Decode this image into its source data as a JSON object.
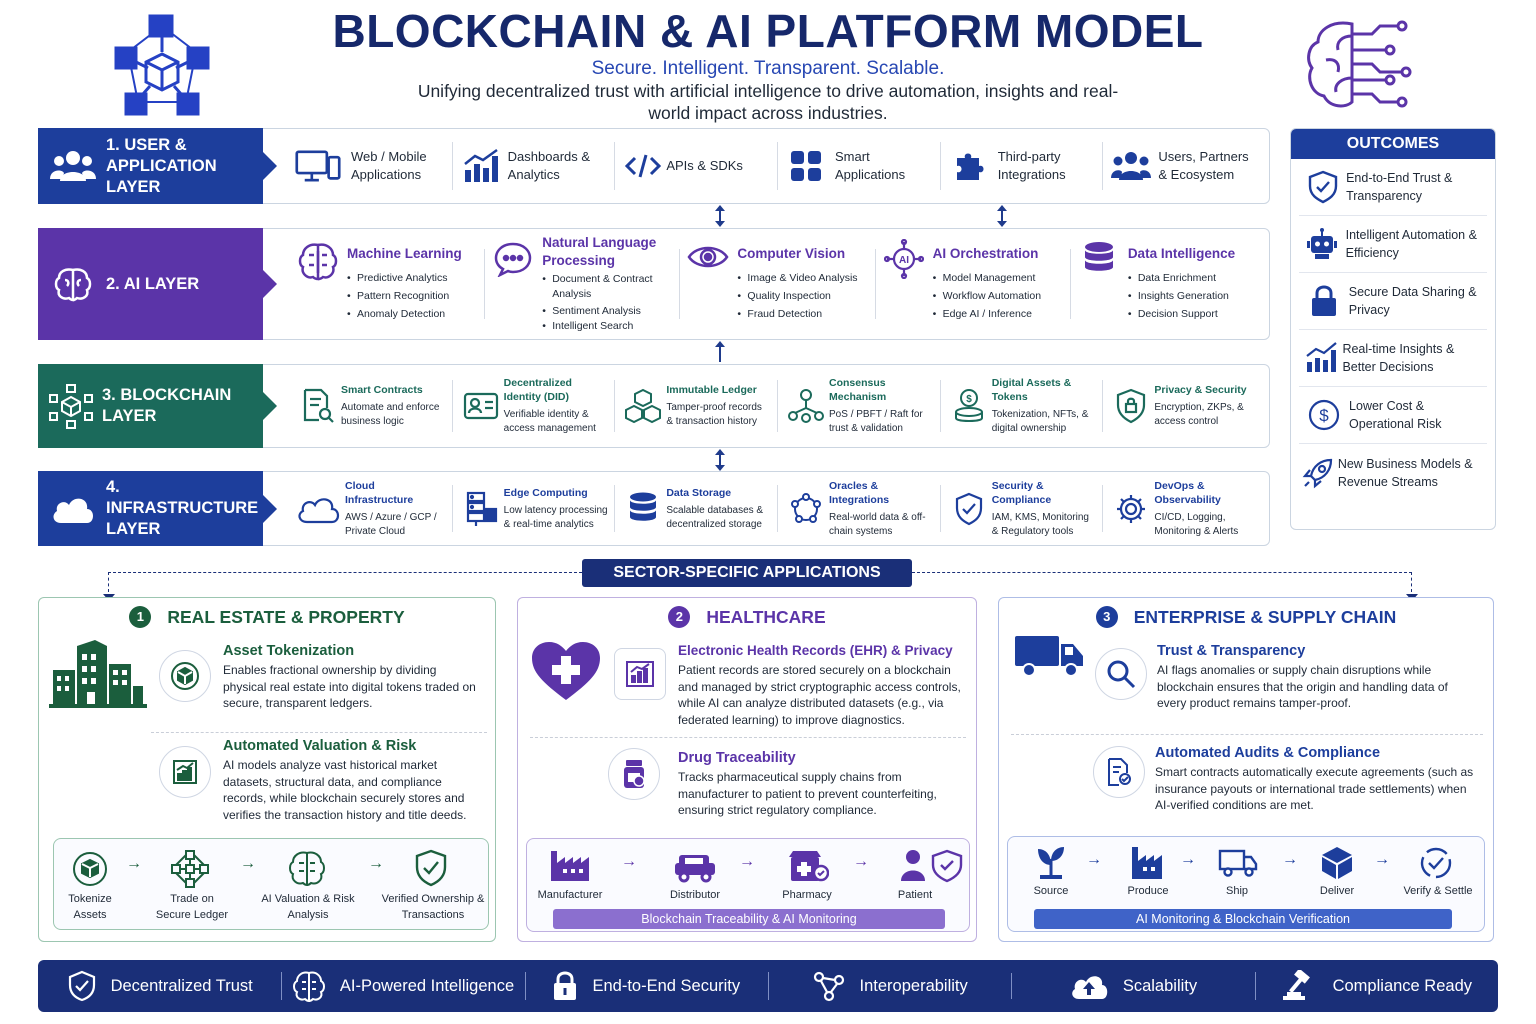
{
  "header": {
    "title": "BLOCKCHAIN & AI PLATFORM MODEL",
    "tagline": "Secure. Intelligent. Transparent. Scalable.",
    "subtitle": "Unifying decentralized trust with artificial intelligence to drive automation, insights and real-world impact across industries."
  },
  "colors": {
    "navy": "#1d3e9c",
    "purple": "#5b34a8",
    "green": "#1b6a5b",
    "dark_navy": "#1a2f78"
  },
  "layers": {
    "user": {
      "label": "1. USER & APPLICATION LAYER",
      "items": [
        {
          "label": "Web / Mobile Applications",
          "icon": "monitor-phone-icon"
        },
        {
          "label": "Dashboards & Analytics",
          "icon": "bar-chart-icon"
        },
        {
          "label": "APIs & SDKs",
          "icon": "code-icon"
        },
        {
          "label": "Smart Applications",
          "icon": "app-grid-icon"
        },
        {
          "label": "Third-party Integrations",
          "icon": "puzzle-icon"
        },
        {
          "label": "Users, Partners & Ecosystem",
          "icon": "users-icon"
        }
      ]
    },
    "ai": {
      "label": "2. AI LAYER",
      "items": [
        {
          "title": "Machine Learning",
          "bullets": [
            "Predictive Analytics",
            "Pattern Recognition",
            "Anomaly Detection"
          ]
        },
        {
          "title": "Natural Language Processing",
          "bullets": [
            "Document & Contract Analysis",
            "Sentiment Analysis",
            "Intelligent Search"
          ]
        },
        {
          "title": "Computer Vision",
          "bullets": [
            "Image & Video Analysis",
            "Quality Inspection",
            "Fraud Detection"
          ]
        },
        {
          "title": "AI Orchestration",
          "bullets": [
            "Model Management",
            "Workflow Automation",
            "Edge AI / Inference"
          ]
        },
        {
          "title": "Data Intelligence",
          "bullets": [
            "Data Enrichment",
            "Insights Generation",
            "Decision Support"
          ]
        }
      ]
    },
    "blockchain": {
      "label": "3. BLOCKCHAIN LAYER",
      "items": [
        {
          "title": "Smart Contracts",
          "desc": "Automate and enforce business logic"
        },
        {
          "title": "Decentralized Identity (DID)",
          "desc": "Verifiable identity & access management"
        },
        {
          "title": "Immutable Ledger",
          "desc": "Tamper-proof records & transaction history"
        },
        {
          "title": "Consensus Mechanism",
          "desc": "PoS / PBFT / Raft for trust & validation"
        },
        {
          "title": "Digital Assets & Tokens",
          "desc": "Tokenization, NFTs, & digital ownership"
        },
        {
          "title": "Privacy & Security",
          "desc": "Encryption, ZKPs, & access control"
        }
      ]
    },
    "infra": {
      "label": "4. INFRASTRUCTURE LAYER",
      "items": [
        {
          "title": "Cloud Infrastructure",
          "desc": "AWS / Azure / GCP / Private Cloud"
        },
        {
          "title": "Edge Computing",
          "desc": "Low latency processing & real-time analytics"
        },
        {
          "title": "Data Storage",
          "desc": "Scalable databases & decentralized storage"
        },
        {
          "title": "Oracles & Integrations",
          "desc": "Real-world data & off-chain systems"
        },
        {
          "title": "Security & Compliance",
          "desc": "IAM, KMS, Monitoring & Regulatory tools"
        },
        {
          "title": "DevOps & Observability",
          "desc": "CI/CD, Logging, Monitoring & Alerts"
        }
      ]
    }
  },
  "outcomes": {
    "title": "OUTCOMES",
    "items": [
      "End-to-End Trust & Transparency",
      "Intelligent Automation & Efficiency",
      "Secure Data Sharing & Privacy",
      "Real-time Insights & Better Decisions",
      "Lower Cost & Operational Risk",
      "New Business Models & Revenue Streams"
    ]
  },
  "sector": {
    "banner": "SECTOR-SPECIFIC APPLICATIONS",
    "real_estate": {
      "num": "1",
      "title": "REAL ESTATE & PROPERTY",
      "sub1": {
        "title": "Asset Tokenization",
        "desc": "Enables fractional ownership by dividing physical real estate into digital tokens traded on secure, transparent ledgers."
      },
      "sub2": {
        "title": "Automated Valuation & Risk",
        "desc": "AI models analyze vast historical market datasets, structural data, and compliance records, while blockchain securely stores and verifies the transaction history and title deeds."
      },
      "flow": [
        "Tokenize Assets",
        "Trade on Secure Ledger",
        "AI Valuation & Risk Analysis",
        "Verified Ownership & Transactions"
      ]
    },
    "healthcare": {
      "num": "2",
      "title": "HEALTHCARE",
      "sub1": {
        "title": "Electronic Health Records (EHR) & Privacy",
        "desc": "Patient records are stored securely on a blockchain and managed by strict cryptographic access controls, while AI can analyze distributed datasets (e.g., via federated learning) to improve diagnostics."
      },
      "sub2": {
        "title": "Drug Traceability",
        "desc": "Tracks pharmaceutical supply chains from manufacturer to patient to prevent counterfeiting, ensuring strict regulatory compliance."
      },
      "flow": [
        "Manufacturer",
        "Distributor",
        "Pharmacy",
        "Patient"
      ],
      "bar": "Blockchain Traceability & AI Monitoring"
    },
    "enterprise": {
      "num": "3",
      "title": "ENTERPRISE & SUPPLY CHAIN",
      "sub1": {
        "title": "Trust & Transparency",
        "desc": "AI flags anomalies or supply chain disruptions while blockchain ensures that the origin and handling data of every product remains tamper-proof."
      },
      "sub2": {
        "title": "Automated Audits & Compliance",
        "desc": "Smart contracts automatically execute agreements (such as insurance payouts or international trade settlements) when AI-verified conditions are met."
      },
      "flow": [
        "Source",
        "Produce",
        "Ship",
        "Deliver",
        "Verify & Settle"
      ],
      "bar": "AI Monitoring & Blockchain Verification"
    }
  },
  "footer": [
    "Decentralized Trust",
    "AI-Powered Intelligence",
    "End-to-End Security",
    "Interoperability",
    "Scalability",
    "Compliance Ready"
  ]
}
